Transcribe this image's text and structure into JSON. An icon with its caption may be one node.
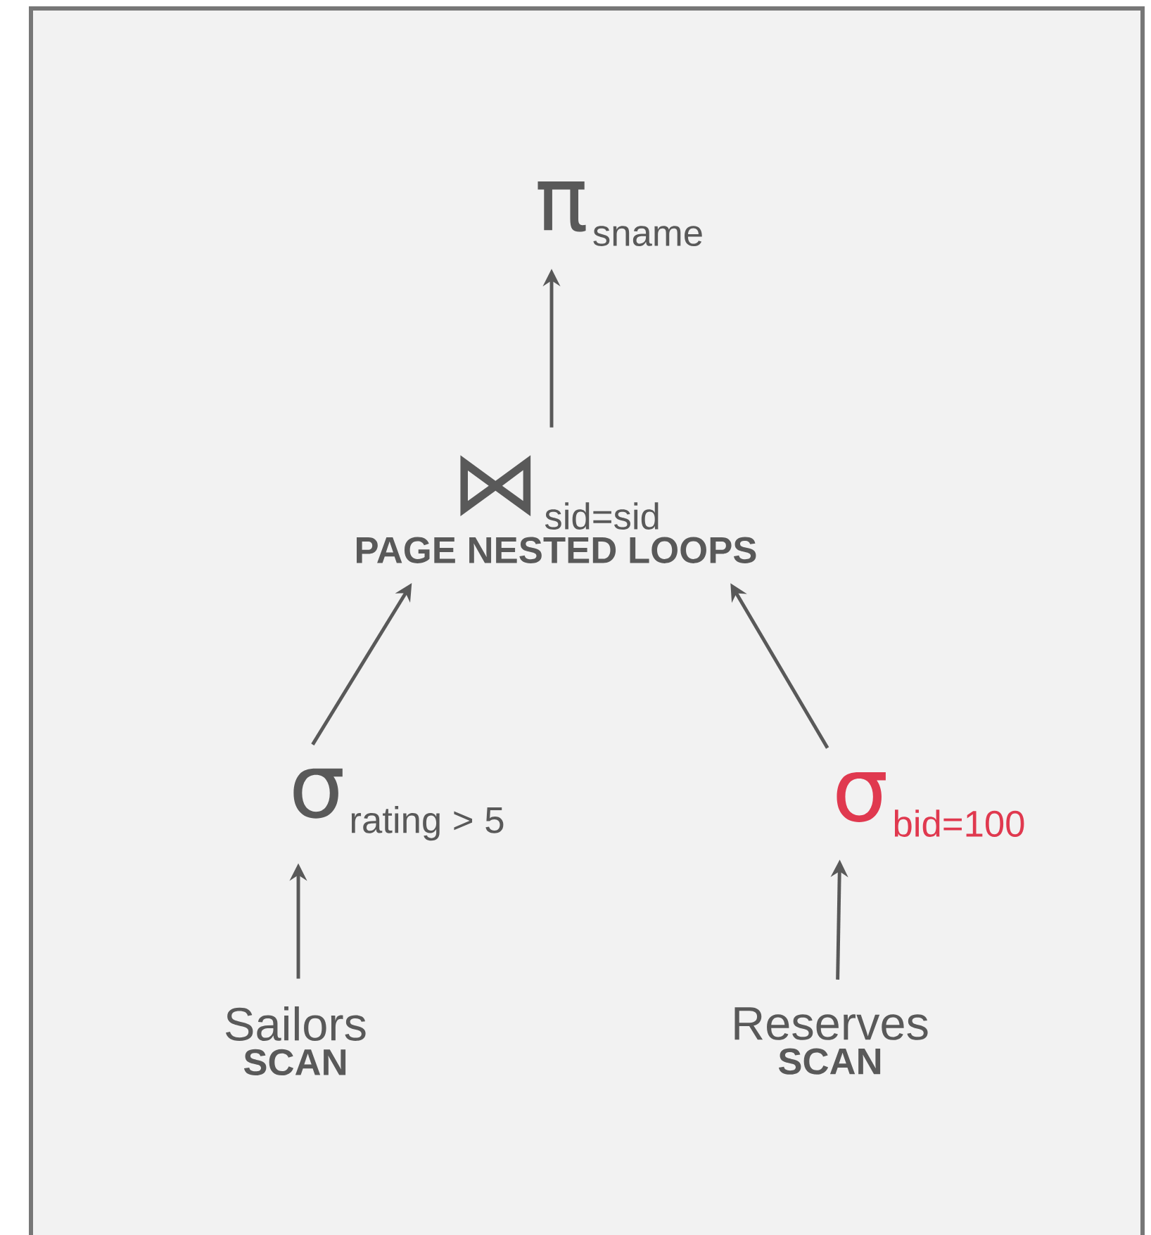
{
  "diagram": {
    "nodes": [
      {
        "text": [
          "π",
          "sname"
        ]
      },
      {
        "text": [
          "⋈",
          "sid=sid",
          "PAGE NESTED LOOPS"
        ]
      },
      {
        "text": [
          "σ",
          "rating > 5"
        ]
      },
      {
        "text": [
          "σ",
          "bid=100"
        ]
      },
      {
        "text": [
          "Sailors",
          "SCAN"
        ]
      },
      {
        "text": [
          "Reserves",
          "SCAN"
        ]
      }
    ],
    "edges": [
      {
        "from": 1,
        "to": 0,
        "arrow": "to"
      },
      {
        "from": 2,
        "to": 1,
        "arrow": "to"
      },
      {
        "from": 3,
        "to": 1,
        "arrow": "to"
      },
      {
        "from": 4,
        "to": 2,
        "arrow": "to"
      },
      {
        "from": 5,
        "to": 3,
        "arrow": "to"
      }
    ]
  }
}
